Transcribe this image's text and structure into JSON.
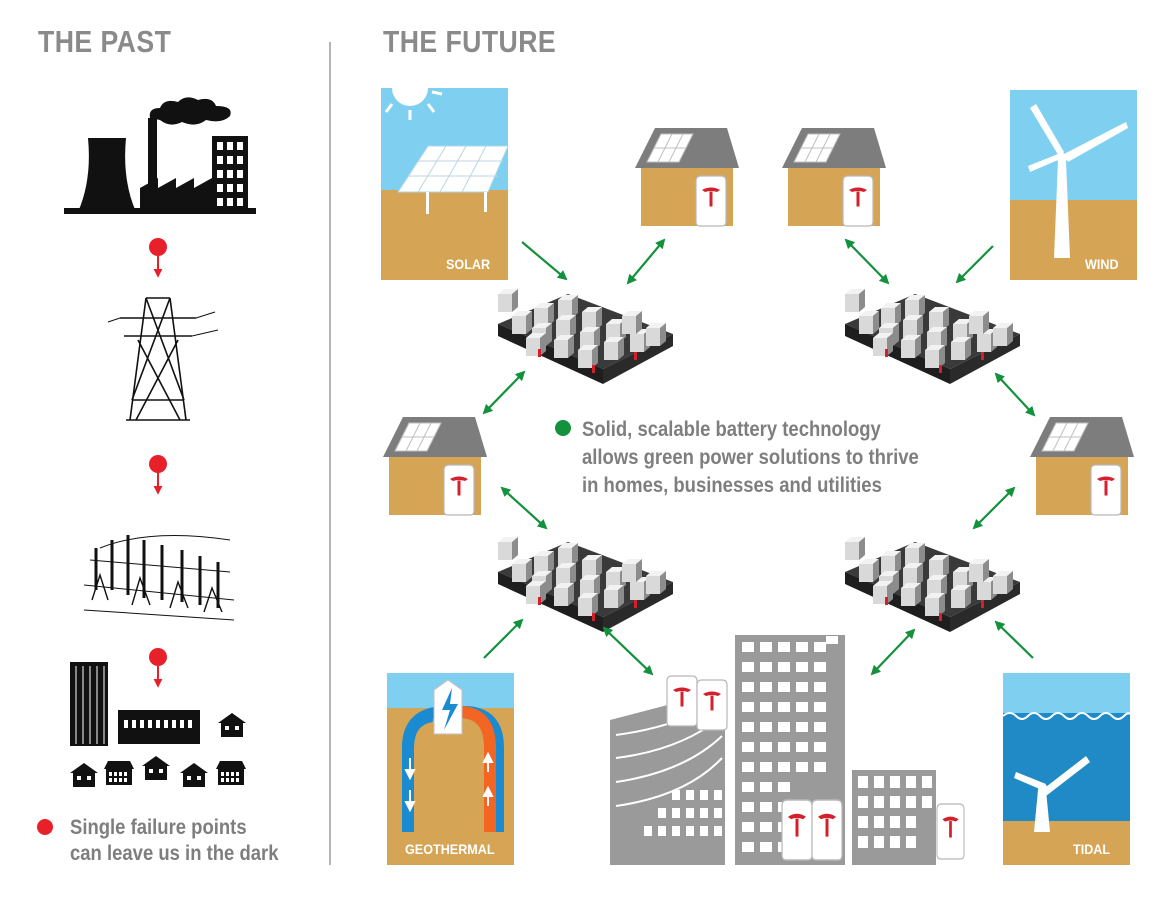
{
  "headings": {
    "past": "THE PAST",
    "future": "THE FUTURE"
  },
  "sources": {
    "solar": "SOLAR",
    "wind": "WIND",
    "geothermal": "GEOTHERMAL",
    "tidal": "TIDAL"
  },
  "past_caption": [
    "Single failure points",
    "can leave us in the dark"
  ],
  "future_caption": [
    "Solid, scalable battery technology",
    "allows green power solutions to thrive",
    "in homes, businesses and utilities"
  ],
  "colors": {
    "heading": "#8a8a8a",
    "failure_marker": "#e8202a",
    "link_arrow": "#14913c",
    "sky": "#7fd0f0",
    "ground": "#d6a455",
    "building_gray": "#9a9a9a",
    "tesla_red": "#d4202c"
  }
}
